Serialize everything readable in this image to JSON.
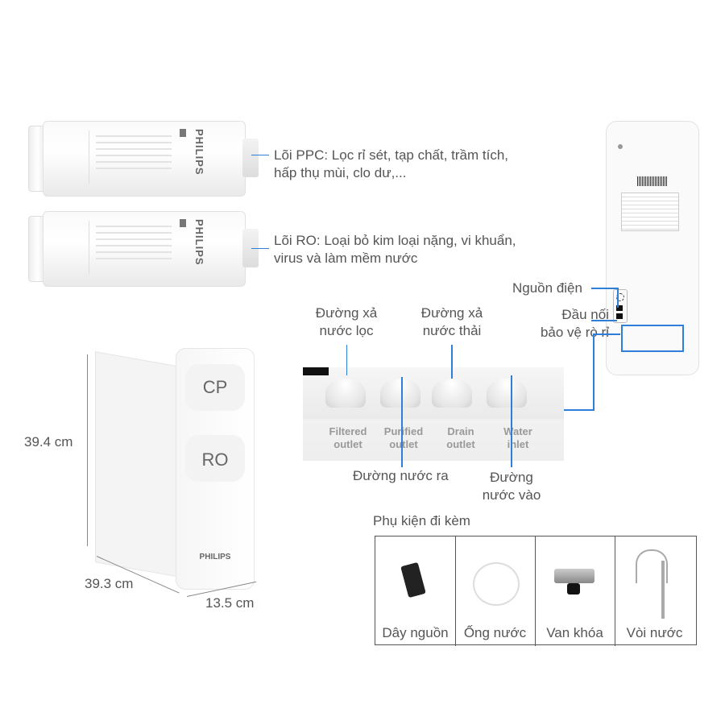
{
  "filters": [
    {
      "brand": "PHILIPS",
      "code": "CP",
      "desc_line1": "Lõi PPC: Lọc rỉ sét, tạp chất, trầm tích,",
      "desc_line2": "hấp thụ mùi, clo dư,..."
    },
    {
      "brand": "PHILIPS",
      "code": "RO",
      "desc_line1": "Lõi RO: Loại bỏ kim loại nặng, vi khuẩn,",
      "desc_line2": "virus và làm mềm nước"
    }
  ],
  "unit": {
    "slot1": "CP",
    "slot2": "RO",
    "brand": "PHILIPS"
  },
  "dimensions": {
    "height": "39.4 cm",
    "depth": "39.3 cm",
    "width": "13.5 cm"
  },
  "rear": {
    "power": "Nguồn điện",
    "leak_line1": "Đầu nối",
    "leak_line2": "bảo vệ rò rỉ"
  },
  "ports": {
    "filtered_drain_line1": "Đường xả",
    "filtered_drain_line2": "nước lọc",
    "waste_drain_line1": "Đường xả",
    "waste_drain_line2": "nước thải",
    "outlet": "Đường nước ra",
    "inlet_line1": "Đường",
    "inlet_line2": "nước vào",
    "printed": [
      {
        "l1": "Filtered",
        "l2": "outlet"
      },
      {
        "l1": "Purified",
        "l2": "outlet"
      },
      {
        "l1": "Drain",
        "l2": "outlet"
      },
      {
        "l1": "Water",
        "l2": "inlet"
      }
    ]
  },
  "accessories": {
    "title": "Phụ kiện đi kèm",
    "items": [
      "Dây nguồn",
      "Ống nước",
      "Van khóa",
      "Vòi nước"
    ]
  },
  "colors": {
    "accent": "#2f7ed8",
    "text": "#555555"
  }
}
